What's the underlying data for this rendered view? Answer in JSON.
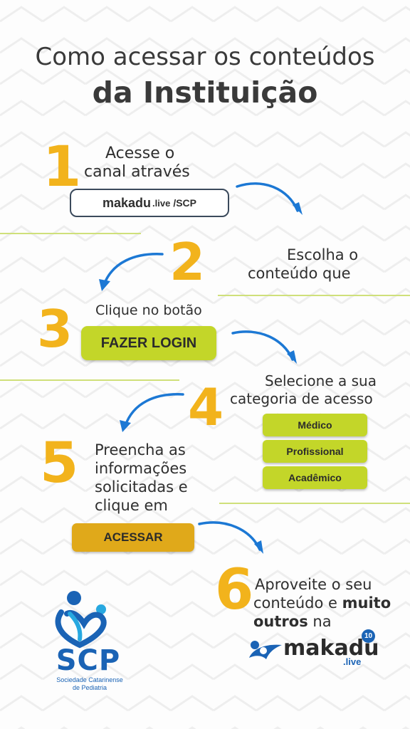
{
  "title": {
    "line1": "Como acessar os conteúdos",
    "line2": "da Instituição"
  },
  "steps": {
    "s1": {
      "number": "1",
      "text_line1": "Acesse o",
      "text_line2": "canal através",
      "url": {
        "brand": "makadu",
        "tld": ".live",
        "path": "/SCP"
      }
    },
    "s2": {
      "number": "2",
      "text_line1": "Escolha o",
      "text_line2": "conteúdo que"
    },
    "s3": {
      "number": "3",
      "text": "Clique no botão",
      "button": "FAZER LOGIN"
    },
    "s4": {
      "number": "4",
      "text_line1": "Selecione a sua",
      "text_line2": "categoria de acesso",
      "categories": [
        "Médico",
        "Profissional",
        "Acadêmico"
      ]
    },
    "s5": {
      "number": "5",
      "text_line1": "Preencha as",
      "text_line2": "informações",
      "text_line3": "solicitadas e",
      "text_line4": "clique em",
      "button": "ACESSAR"
    },
    "s6": {
      "number": "6",
      "text_line1": "Aproveite o seu",
      "text_line2a": "conteúdo e ",
      "text_line2b": "muito",
      "text_line3a": "outros",
      "text_line3b": " na"
    }
  },
  "logos": {
    "scp": {
      "name": "SCP",
      "subtitle_line1": "Sociedade Catarinense",
      "subtitle_line2": "de Pediatria",
      "icon": "scp-heart-logo"
    },
    "makadu": {
      "word": "makadu",
      "suffix": ".live",
      "badge": "10",
      "icon": "makadu-figure-logo"
    }
  },
  "colors": {
    "accent_yellow": "#f2b31c",
    "button_green": "#c3d629",
    "button_gold": "#e0a91a",
    "arrow_blue": "#1c78d4",
    "brand_blue": "#1a63b5",
    "text_dark": "#2f2f2f"
  }
}
